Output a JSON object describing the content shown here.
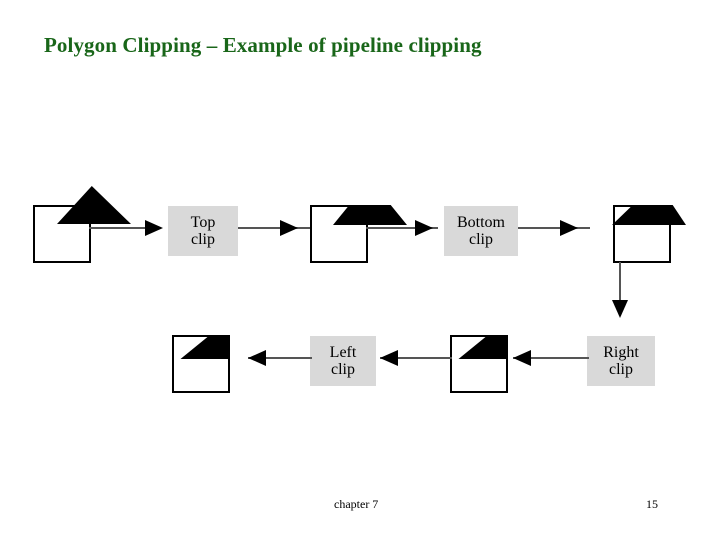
{
  "slide": {
    "title": "Polygon Clipping – Example of pipeline clipping",
    "title_color": "#196619",
    "background_color": "#ffffff",
    "footer": {
      "chapter": "chapter 7",
      "page_number": "15"
    }
  },
  "pipeline": {
    "stages": [
      {
        "name": "original-polygon",
        "description": "white square with full black triangle overlapping above it"
      },
      {
        "name": "after-top-clip",
        "description": "black triangle truncated flat at top of square"
      },
      {
        "name": "after-bottom-clip",
        "description": "black trapezoid extending beyond right edge of square"
      },
      {
        "name": "after-right-clip",
        "description": "black region clipped to right edge of square"
      },
      {
        "name": "after-left-clip",
        "description": "black region clipped to left edge of square"
      }
    ],
    "clip_boxes": [
      {
        "name": "top-clip",
        "line1": "Top",
        "line2": "clip"
      },
      {
        "name": "bottom-clip",
        "line1": "Bottom",
        "line2": "clip"
      },
      {
        "name": "right-clip",
        "line1": "Right",
        "line2": "clip"
      },
      {
        "name": "left-clip",
        "line1": "Left",
        "line2": "clip"
      }
    ],
    "box_fill_color": "#d9d9d9",
    "box_shadow_color": "#a6a6a6",
    "shape_fill_color": "#000000",
    "connector_color": "#555555"
  }
}
